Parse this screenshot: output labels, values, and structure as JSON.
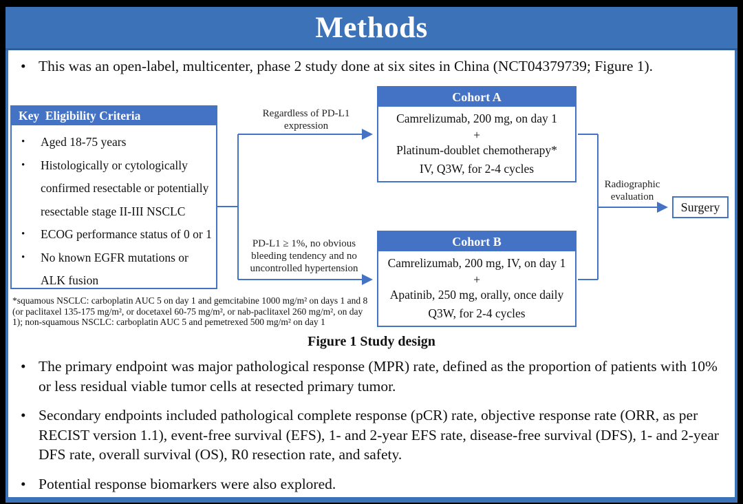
{
  "title": "Methods",
  "bullets": {
    "glyph": "•",
    "intro": "This was an open-label, multicenter, phase 2 study done at six sites in China (NCT04379739; Figure 1).",
    "primary": "The primary endpoint was major pathological response (MPR) rate, defined as the proportion of patients with 10% or less residual viable tumor cells at resected primary tumor.",
    "secondary": "Secondary endpoints included pathological complete response (pCR) rate, objective response rate (ORR, as per RECIST version 1.1), event-free survival (EFS), 1- and 2-year EFS rate, disease-free survival (DFS), 1- and 2-year DFS rate, overall survival (OS), R0 resection rate, and safety.",
    "biomarkers": "Potential response biomarkers were also explored."
  },
  "diagram": {
    "eligibility": {
      "header": "Key  Eligibility Criteria",
      "items": [
        "Aged 18-75 years",
        "Histologically or cytologically confirmed resectable or potentially resectable stage II-III NSCLC",
        "ECOG performance status of 0 or 1",
        "No known EGFR mutations or ALK fusion"
      ]
    },
    "cohort_a": {
      "header": "Cohort A",
      "lines": [
        "Camrelizumab, 200 mg, on day 1",
        "+",
        "Platinum-doublet chemotherapy*",
        "IV, Q3W, for 2-4 cycles"
      ]
    },
    "cohort_b": {
      "header": "Cohort B",
      "lines": [
        "Camrelizumab, 200 mg, IV, on day 1",
        "+",
        "Apatinib, 250 mg, orally, once daily",
        "Q3W, for 2-4 cycles"
      ]
    },
    "arrow_a_label": "Regardless of PD-L1 expression",
    "arrow_b_label": "PD-L1 ≥ 1%, no obvious bleeding tendency and no uncontrolled hypertension",
    "radiographic_label": "Radiographic evaluation",
    "surgery_label": "Surgery",
    "footnote": "*squamous NSCLC: carboplatin AUC 5 on day 1 and gemcitabine 1000 mg/m² on days 1 and 8 (or paclitaxel 135-175 mg/m², or docetaxel 60-75 mg/m², or nab-paclitaxel 260 mg/m², on day 1); non-squamous NSCLC: carboplatin AUC 5 and pemetrexed 500 mg/m² on day 1",
    "caption": "Figure 1 Study design"
  },
  "colors": {
    "title_bar": "#3B72B8",
    "box_header": "#4472C4",
    "connector": "#4472C4",
    "frame": "#3B72B8",
    "background": "#000000"
  }
}
